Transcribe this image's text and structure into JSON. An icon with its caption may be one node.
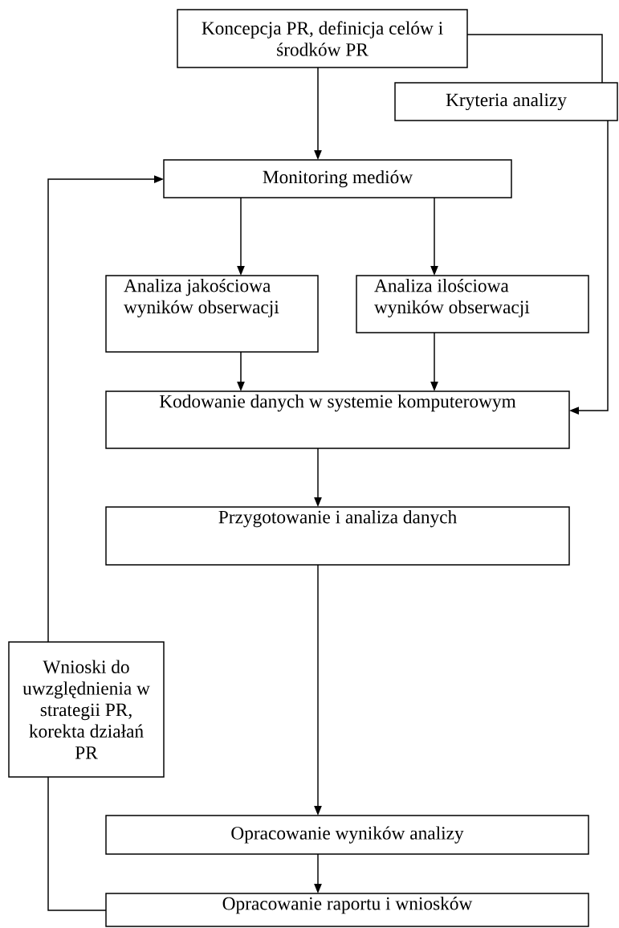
{
  "diagram": {
    "nodes": [
      {
        "text": [
          "Koncepcja PR, definicja celów i środków PR"
        ]
      },
      {
        "text": [
          "Kryteria analizy"
        ]
      },
      {
        "text": [
          "Monitoring mediów"
        ]
      },
      {
        "text": [
          "Analiza jakościowa wyników obserwacji"
        ]
      },
      {
        "text": [
          "Analiza ilościowa wyników obserwacji"
        ]
      },
      {
        "text": [
          "Kodowanie danych w systemie komputerowym"
        ]
      },
      {
        "text": [
          "Przygotowanie i analiza danych"
        ]
      },
      {
        "text": [
          "Wnioski do uwzględnienia w strategii PR, korekta działań PR"
        ]
      },
      {
        "text": [
          "Opracowanie wyników analizy"
        ]
      },
      {
        "text": [
          "Opracowanie raportu i wniosków"
        ]
      }
    ],
    "edges": [
      {
        "from": 0,
        "to": 1,
        "arrow": "none"
      },
      {
        "from": 0,
        "to": 2,
        "arrow": "to"
      },
      {
        "from": 1,
        "to": 5,
        "arrow": "to"
      },
      {
        "from": 2,
        "to": 3,
        "arrow": "to"
      },
      {
        "from": 2,
        "to": 4,
        "arrow": "to"
      },
      {
        "from": 3,
        "to": 5,
        "arrow": "to"
      },
      {
        "from": 4,
        "to": 5,
        "arrow": "to"
      },
      {
        "from": 5,
        "to": 6,
        "arrow": "to"
      },
      {
        "from": 6,
        "to": 8,
        "arrow": "to"
      },
      {
        "from": 8,
        "to": 9,
        "arrow": "to"
      },
      {
        "from": 9,
        "to": 7,
        "arrow": "none"
      },
      {
        "from": 7,
        "to": 2,
        "arrow": "to"
      }
    ]
  }
}
